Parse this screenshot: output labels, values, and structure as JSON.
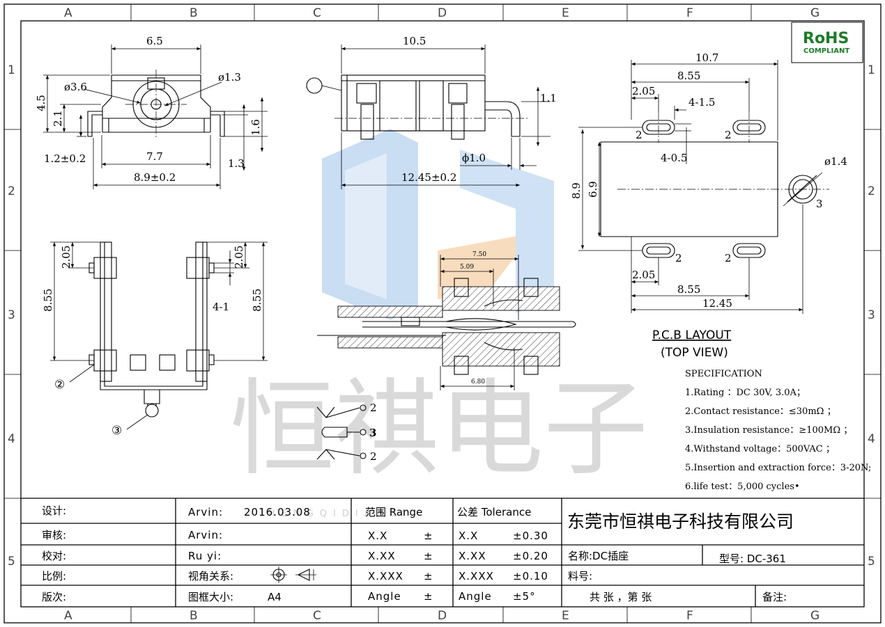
{
  "grid": {
    "columns": [
      "A",
      "B",
      "C",
      "D",
      "E",
      "F",
      "G"
    ],
    "rows": [
      "1",
      "2",
      "3",
      "4",
      "5"
    ]
  },
  "rohs": {
    "line1": "RoHS",
    "line2": "COMPLIANT"
  },
  "watermark": {
    "text": "恒祺电子",
    "latin": "HENGQIDIANZI"
  },
  "front_view": {
    "dims": {
      "width_top": "6.5",
      "hole_large": "ø3.6",
      "hole_small": "ø1.3",
      "height": "4.5",
      "h_inner": "2.1",
      "h_right": "1.6",
      "pin_h": "1.2±0.2",
      "inner_w": "7.7",
      "base_w": "8.9±0.2",
      "pin_off": "1.3"
    }
  },
  "side_view": {
    "dims": {
      "top_len": "10.5",
      "pin_h": "1.1",
      "pin_dia": "ϕ1.0",
      "total_len": "12.45±0.2"
    }
  },
  "bottom_view": {
    "dims": {
      "top_off_left": "2.05",
      "top_off_right": "2.05",
      "len_left": "8.55",
      "len_right": "8.55",
      "pitch": "4-1"
    },
    "callouts": {
      "c2": "②",
      "c3": "③"
    }
  },
  "section_view": {
    "dims": {
      "d1": "7.50",
      "d2": "5.09",
      "d3": "6.80"
    }
  },
  "schematic": {
    "p_top": "2",
    "p_mid": "3",
    "p_bot": "2"
  },
  "pcb_layout": {
    "dims": {
      "total_w": "10.7",
      "slot_span": "8.55",
      "slot_off": "2.05",
      "slot_len": "4-1.5",
      "slot_w": "4-0.5",
      "hole": "ø1.4",
      "height": "8.9",
      "inner_h": "6.9",
      "bottom_off": "2.05",
      "bottom_span": "8.55",
      "bottom_total": "12.45"
    },
    "pads": {
      "p1": "2",
      "p2": "2",
      "p3": "2",
      "p4": "2",
      "hole": "3"
    },
    "title": "P.C.B LAYOUT",
    "subtitle": "(TOP VIEW)"
  },
  "spec": {
    "title": "SPECIFICATION",
    "items": [
      "1.Rating ：DC 30V, 3.0A；",
      "2.Contact resistance：≤30mΩ ；",
      "3.Insulation resistance：≥100MΩ ；",
      "4.Withstand voltage：500VAC ；",
      "5.Insertion and extraction force：3-20N;",
      "6.life test：5,000 cycles•"
    ]
  },
  "title_block": {
    "labels": [
      "设计:",
      "审核:",
      "校对:",
      "比例:",
      "版次:"
    ],
    "design_by": "Arvin:",
    "design_date": "2016.03.08",
    "review_by": "Arvin:",
    "check_by": "Ru  yi:",
    "projection_label": "视角关系:",
    "frame_size_label": "图框大小:",
    "frame_size": "A4",
    "range_header": "范围 Range",
    "tolerance_header": "公差 Tolerance",
    "ranges": [
      "X.X",
      "X.XX",
      "X.XXX",
      "Angle"
    ],
    "pm": "±",
    "tol_labels": [
      "X.X",
      "X.XX",
      "X.XXX",
      "Angle"
    ],
    "tol_values": [
      "±0.30",
      "±0.20",
      "±0.10",
      "±5°"
    ],
    "company": "东莞市恒祺电子科技有限公司",
    "name_label": "名称:DC插座",
    "model_label": "型号: DC-361",
    "material_label": "料号:",
    "sheet_label": "共   张 ，第   张",
    "remarks_label": "备注:"
  }
}
